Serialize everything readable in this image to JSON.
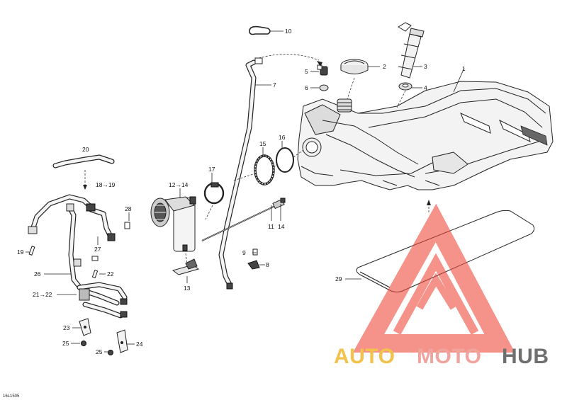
{
  "diagram": {
    "code": "16L1505",
    "callouts": [
      {
        "id": "c1",
        "text": "1"
      },
      {
        "id": "c2",
        "text": "2"
      },
      {
        "id": "c3",
        "text": "3"
      },
      {
        "id": "c4",
        "text": "4"
      },
      {
        "id": "c5",
        "text": "5"
      },
      {
        "id": "c6",
        "text": "6"
      },
      {
        "id": "c7",
        "text": "7"
      },
      {
        "id": "c8",
        "text": "8"
      },
      {
        "id": "c9",
        "text": "9"
      },
      {
        "id": "c10",
        "text": "10"
      },
      {
        "id": "c11",
        "text": "11"
      },
      {
        "id": "c12",
        "text": "12→14"
      },
      {
        "id": "c13",
        "text": "13"
      },
      {
        "id": "c14",
        "text": "14"
      },
      {
        "id": "c15",
        "text": "15"
      },
      {
        "id": "c16",
        "text": "16"
      },
      {
        "id": "c17",
        "text": "17"
      },
      {
        "id": "c18",
        "text": "18→19"
      },
      {
        "id": "c19",
        "text": "19"
      },
      {
        "id": "c20",
        "text": "20"
      },
      {
        "id": "c21",
        "text": "21→22"
      },
      {
        "id": "c22",
        "text": "22"
      },
      {
        "id": "c23",
        "text": "23"
      },
      {
        "id": "c24",
        "text": "24"
      },
      {
        "id": "c25a",
        "text": "25"
      },
      {
        "id": "c25b",
        "text": "25"
      },
      {
        "id": "c26",
        "text": "26"
      },
      {
        "id": "c27",
        "text": "27"
      },
      {
        "id": "c28",
        "text": "28"
      },
      {
        "id": "c29",
        "text": "29"
      }
    ]
  },
  "watermark": {
    "part1": "AUTO",
    "part2": "MOTO",
    "part3": "HUB",
    "color1": "#f2c24a",
    "color2": "#f0a49d",
    "color3": "#6f6f6f",
    "logo_color": "#ef4b3c"
  }
}
